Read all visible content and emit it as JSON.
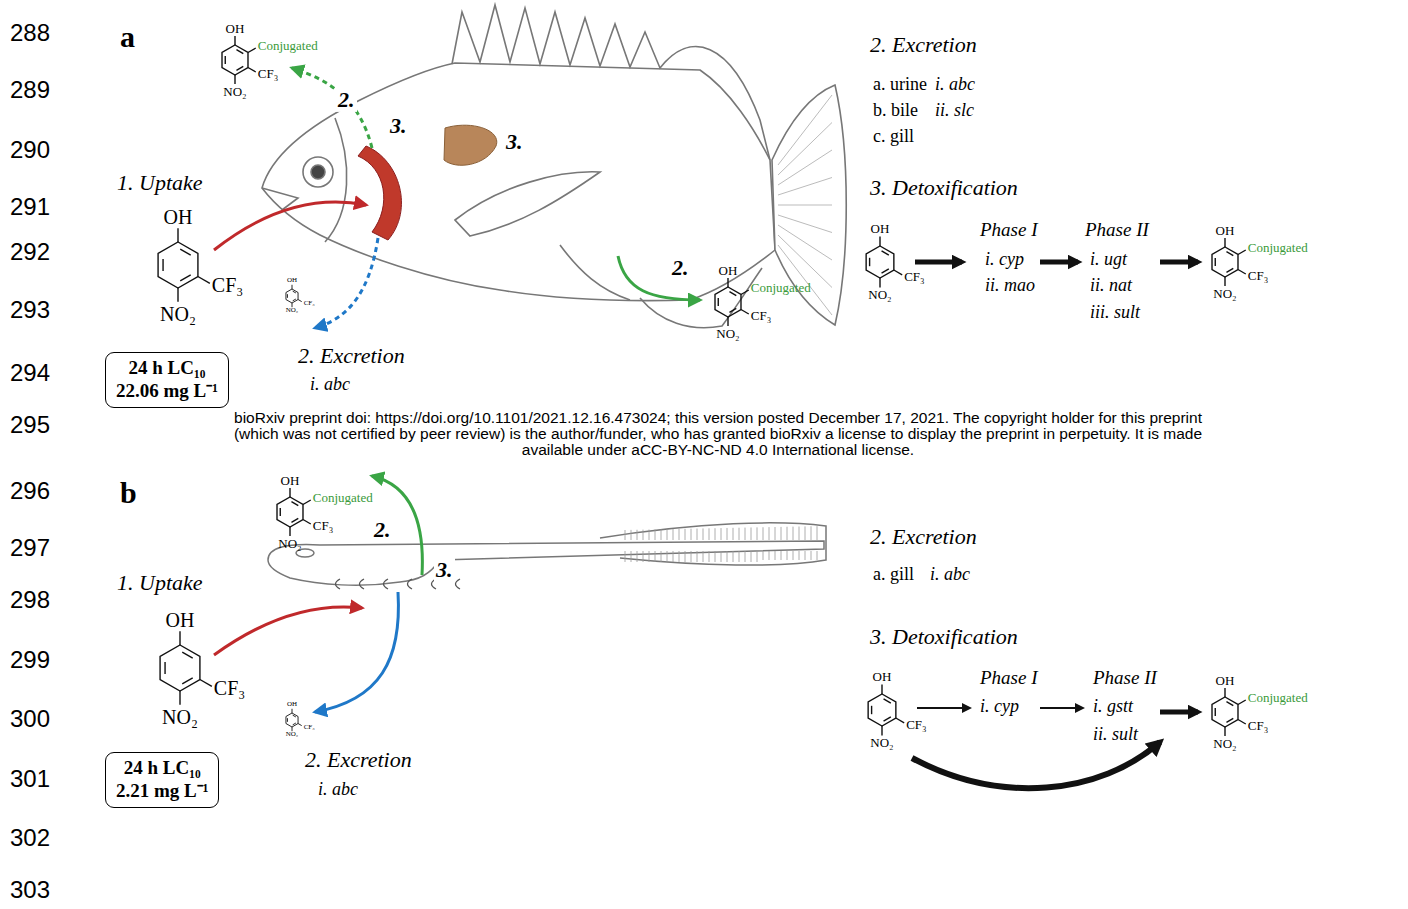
{
  "diagram": {
    "nodes": [
      {
        "text": [
          "24 h LC₁₀",
          "22.06 mg L⁻¹"
        ]
      },
      {
        "text": [
          "24 h LC₁₀",
          "2.21 mg L⁻¹"
        ]
      }
    ],
    "labels": [
      "288",
      "289",
      "290",
      "291",
      "292",
      "293",
      "294",
      "295",
      "296",
      "297",
      "298",
      "299",
      "300",
      "301",
      "302",
      "303",
      "a",
      "b",
      "1. Uptake",
      "1. Uptake",
      "2. Excretion",
      "i. abc",
      "2.",
      "2.",
      "3.",
      "3.",
      "2. Excretion",
      "a. urine",
      "b. bile",
      "c. gill",
      "i. abc",
      "ii. slc",
      "3. Detoxification",
      "Phase I",
      "i. cyp",
      "ii. mao",
      "Phase II",
      "i. ugt",
      "ii. nat",
      "iii. sult",
      "bioRxiv preprint doi: https://doi.org/10.1101/2021.12.16.473024; this version posted December 17, 2021. The copyright holder for this preprint",
      "(which was not certified by peer review) is the author/funder, who has granted bioRxiv a license to display the preprint in perpetuity. It is made",
      "available under aCC-BY-NC-ND 4.0 International license.",
      "2.",
      "3.",
      "2. Excretion",
      "i. abc",
      "2. Excretion",
      "a. gill",
      "i. abc",
      "3. Detoxification",
      "Phase I",
      "i. cyp",
      "Phase II",
      "i. gstt",
      "ii. sult",
      "OH",
      "Conjugated",
      "CF₃",
      "NO₂",
      "OH",
      "CF₃",
      "NO₂",
      "OH",
      "CF₃",
      "NO₂",
      "OH",
      "Conjugated",
      "CF₃",
      "NO₂",
      "OH",
      "CF₃",
      "NO₂",
      "OH",
      "Conjugated",
      "CF₃",
      "NO₂",
      "OH",
      "Conjugated",
      "CF₃",
      "NO₂",
      "OH",
      "CF₃",
      "NO₂",
      "OH",
      "CF₃",
      "NO₂",
      "OH",
      "CF₃",
      "NO₂",
      "OH",
      "Conjugated",
      "CF₃",
      "NO₂"
    ]
  }
}
